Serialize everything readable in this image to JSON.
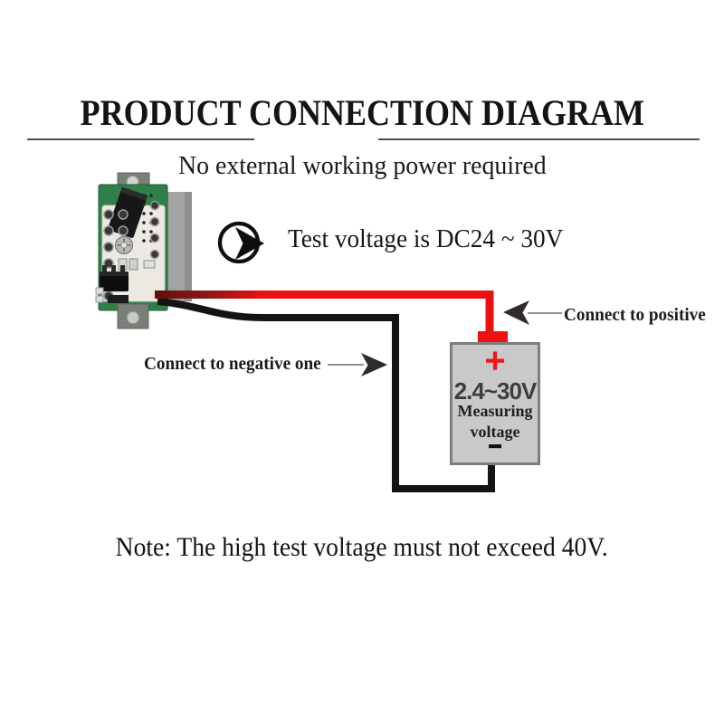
{
  "title": "PRODUCT CONNECTION DIAGRAM",
  "subtitle": "No external working power required",
  "callout": {
    "icon": "circle-arrow-right-icon",
    "text": "Test voltage is DC24 ~ 30V"
  },
  "labels": {
    "positive": "Connect to positive",
    "negative": "Connect to negative one"
  },
  "battery": {
    "positive_symbol": "+",
    "voltage_range": "2.4~30V",
    "caption_line1": "Measuring",
    "caption_line2": "voltage",
    "negative_symbol": "−"
  },
  "note": "Note: The high test voltage must not exceed 40V.",
  "colors": {
    "positive_wire": "#ec1111",
    "positive_wire_dark_end": "#5f1010",
    "negative_wire": "#141414",
    "battery_fill": "#c9c9c9",
    "battery_border": "#7e7e7e",
    "pcb_green": "#2f8048",
    "arrow": "#2f2b2b",
    "text": "#141414"
  }
}
